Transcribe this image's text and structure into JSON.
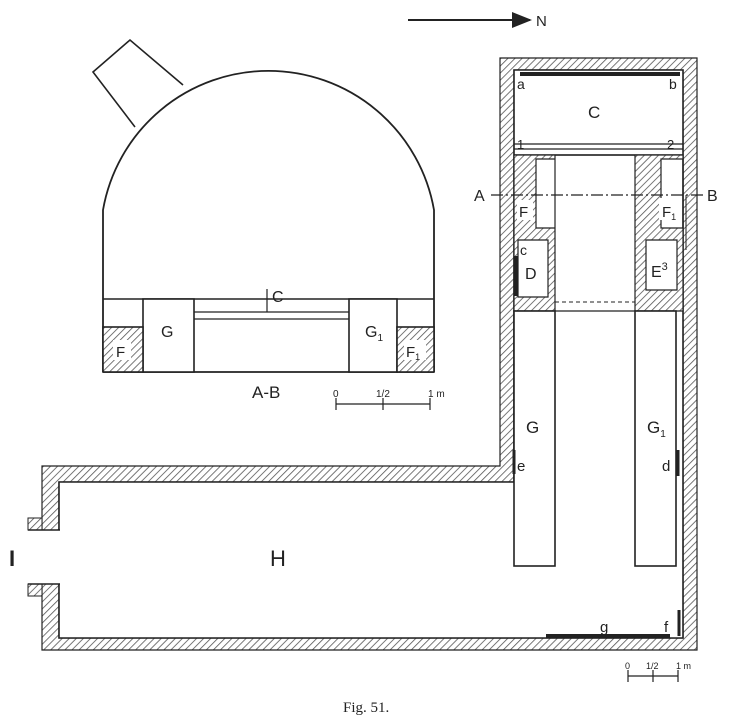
{
  "colors": {
    "ink": "#222222",
    "paper": "#ffffff",
    "hatch": "#555555"
  },
  "north_arrow": {
    "label": "N"
  },
  "section": {
    "title": "A-B",
    "labels": {
      "c": "C",
      "g": "G",
      "g1": "G",
      "g1_sub": "1",
      "f": "F",
      "f1": "F",
      "f1_sub": "1"
    },
    "scale": {
      "zero": "0",
      "half": "1/2",
      "one": "1 m"
    }
  },
  "plan": {
    "labels": {
      "a": "a",
      "b": "b",
      "c_room": "C",
      "n1": "1",
      "n2": "2",
      "A": "A",
      "B": "B",
      "F": "F",
      "F1": "F",
      "F1_sub": "1",
      "c_small": "c",
      "D": "D",
      "E": "E",
      "E_sup": "3",
      "G": "G",
      "G1": "G",
      "G1_sub": "1",
      "e": "e",
      "d": "d",
      "H": "H",
      "I": "I",
      "g": "g",
      "f": "f"
    },
    "scale": {
      "zero": "0",
      "half": "1/2",
      "one": "1 m"
    }
  },
  "caption": "Fig. 51."
}
